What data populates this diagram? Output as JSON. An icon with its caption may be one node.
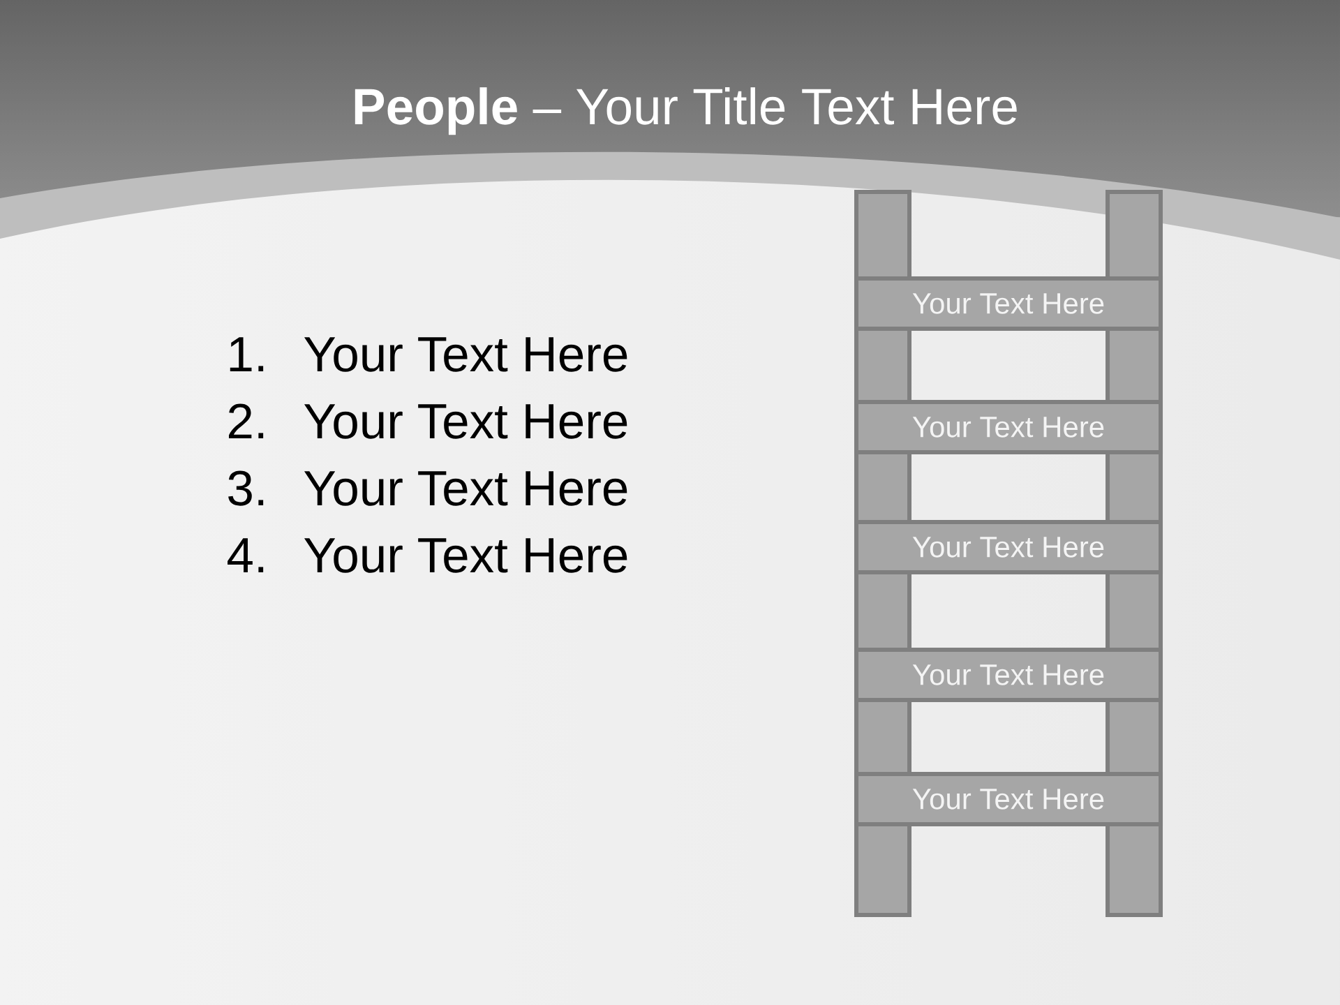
{
  "diagram": {
    "title": "**People** – Your Title Text Here",
    "nodes": [
      {
        "text": [],
        "shape": "bar"
      },
      {
        "text": [],
        "shape": "bar"
      },
      {
        "text": [
          "Your Text Here"
        ]
      },
      {
        "text": [
          "Your Text Here"
        ]
      },
      {
        "text": [
          "Your Text Here"
        ]
      },
      {
        "text": [
          "Your Text Here"
        ]
      },
      {
        "text": [
          "Your Text Here"
        ]
      }
    ],
    "labels": [
      "1.",
      "Your Text Here",
      "2.",
      "Your Text Here",
      "3.",
      "Your Text Here",
      "4.",
      "Your Text Here"
    ]
  }
}
